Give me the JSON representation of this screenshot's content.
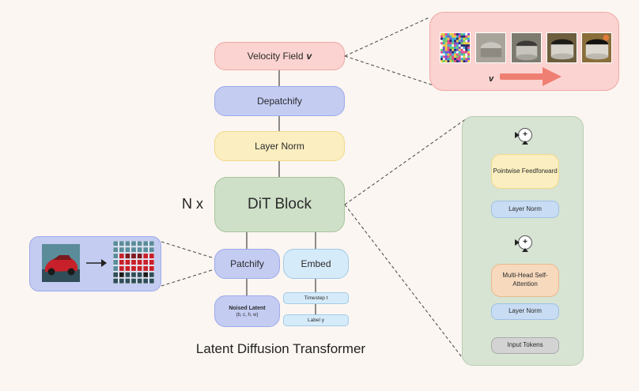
{
  "main": {
    "velocity_label": "Velocity Field",
    "velocity_symbol": "v",
    "depatchify_label": "Depatchify",
    "layer_norm_label": "Layer Norm",
    "dit_block_label": "DiT Block",
    "repeat_label": "N x",
    "patchify_label": "Patchify",
    "embed_label": "Embed",
    "noised_latent_title": "Noised Latent",
    "noised_latent_shape": "(b, c, h, w)",
    "timestep_label": "Timestep t",
    "class_label": "Label y",
    "caption": "Latent Diffusion Transformer"
  },
  "velocity_panel": {
    "symbol": "v",
    "frames": [
      "noise",
      "noisy-pot",
      "pot-partial",
      "pot-clearer",
      "pot-final"
    ]
  },
  "patch_panel": {
    "source": "car-image",
    "result": "patch-grid"
  },
  "dit_detail": {
    "ffn_label": "Pointwise Feedforward",
    "layer_norm_top": "Layer Norm",
    "attention_label": "Multi-Head Self-Attention",
    "layer_norm_bottom": "Layer Norm",
    "input_label": "Input Tokens",
    "add_symbol": "+"
  },
  "colors": {
    "velocity": "#fbd3d1",
    "blue_block": "#c4ccf2",
    "layer_norm": "#fbeec0",
    "dit": "#cfe0c8",
    "embed": "#d6ebfa",
    "arrow": "#ef7f72"
  }
}
